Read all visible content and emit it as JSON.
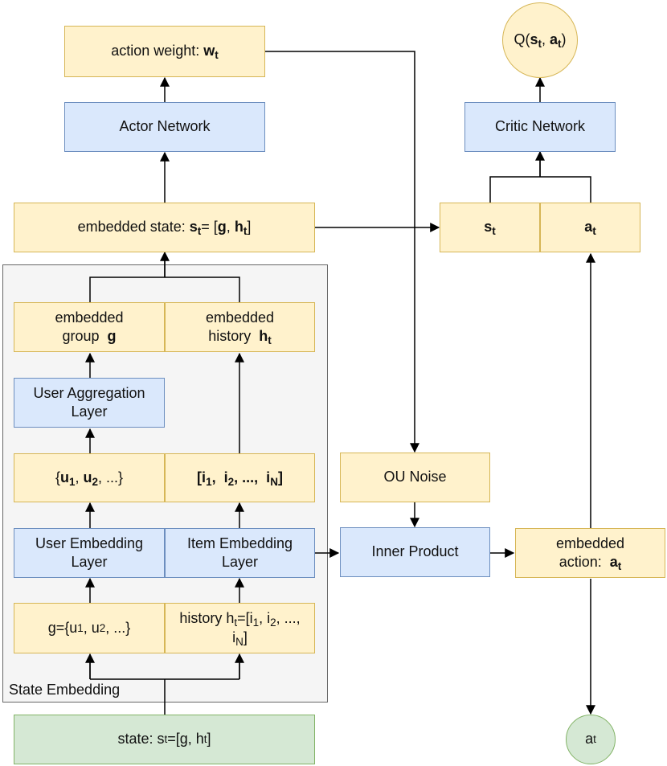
{
  "nodes": {
    "action_weight": {
      "text": "action weight: ",
      "bold": "w",
      "bsub": "t"
    },
    "actor_network": {
      "text": "Actor Network"
    },
    "embedded_state": {
      "pre": "embedded state: ",
      "s": "s",
      "ssub": "t",
      "mid": " = [",
      "g": "g",
      "comma": ", ",
      "h": "h",
      "hsub": "t",
      "end": "]"
    },
    "embedded_group": {
      "line1": "embedded",
      "line2": "group ",
      "bold": "g"
    },
    "embedded_history": {
      "line1": "embedded",
      "line2": "history ",
      "bold": "h",
      "bsub": "t"
    },
    "user_aggregation": {
      "text": "User Aggregation Layer"
    },
    "users_set": {
      "open": "{",
      "u": "u",
      "sub1": "1",
      "comma1": ", ",
      "sub2": "2",
      "close": ", ...}"
    },
    "items_list": {
      "open": "[",
      "i": "i",
      "sub1": "1",
      "comma1": ", ",
      "sub2": "2",
      "mid": ", ..., ",
      "subN": "N",
      "close": "]"
    },
    "user_embedding": {
      "text": "User Embedding Layer"
    },
    "item_embedding": {
      "text": "Item Embedding Layer"
    },
    "group_input": {
      "pre": "g={u",
      "sub1": "1",
      "mid": ", u",
      "sub2": "2",
      "end": ", ...}"
    },
    "history_input": {
      "pre": "history h",
      "hsub": "t",
      "mid": "=[i",
      "sub1": "1",
      "mid2": ", i",
      "sub2": "2",
      "mid3": ", ..., i",
      "subN": "N",
      "end": "]"
    },
    "state_input": {
      "pre": "state: s",
      "ssub": "t",
      "mid": "=[g, h",
      "hsub": "t",
      "end": "]"
    },
    "q_value": {
      "pre": "Q(",
      "s": "s",
      "ssub": "t",
      "comma": ", ",
      "a": "a",
      "asub": "t",
      "end": ")"
    },
    "critic_network": {
      "text": "Critic Network"
    },
    "critic_s": {
      "s": "s",
      "sub": "t"
    },
    "critic_a": {
      "a": "a",
      "sub": "t"
    },
    "ou_noise": {
      "text": "OU Noise"
    },
    "inner_product": {
      "text": "Inner Product"
    },
    "embedded_action": {
      "line1": "embedded",
      "line2": "action: ",
      "bold": "a",
      "bsub": "t"
    },
    "action_out": {
      "a": "a",
      "sub": "t"
    }
  },
  "group_label": "State Embedding",
  "colors": {
    "yellow_fill": "#fff2cc",
    "yellow_stroke": "#d6b656",
    "blue_fill": "#dae8fc",
    "blue_stroke": "#6c8ebf",
    "green_fill": "#d5e8d4",
    "green_stroke": "#82b366",
    "group_fill": "#f5f5f5",
    "group_stroke": "#666666"
  }
}
